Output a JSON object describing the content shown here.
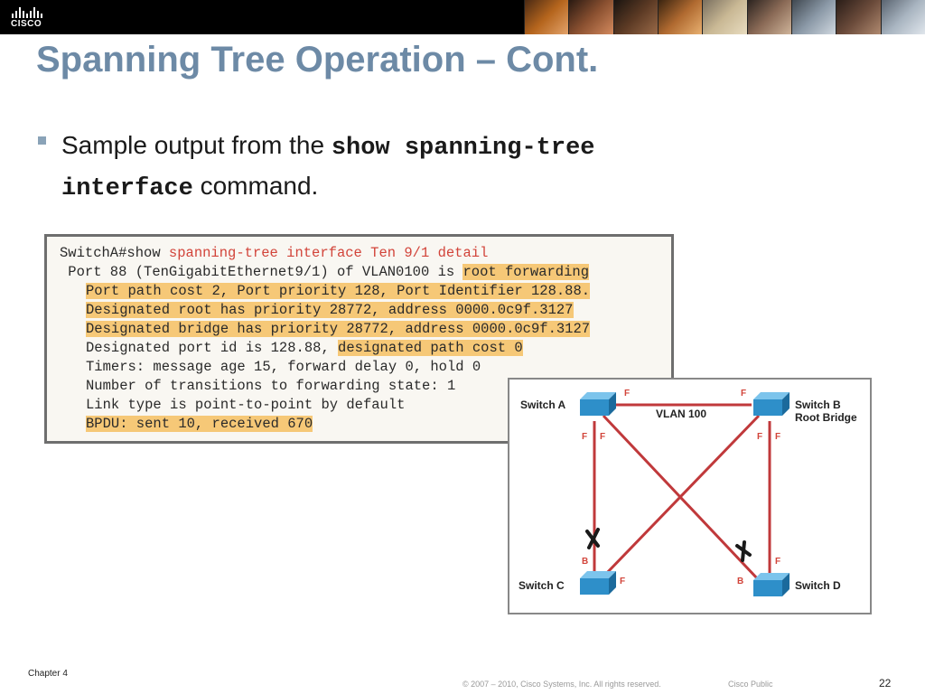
{
  "header": {
    "logo_text": "CISCO",
    "title": "Spanning Tree Operation – Cont."
  },
  "bullet": {
    "prefix": "Sample output from the ",
    "command_part1": "show spanning-tree",
    "command_part2": "interface",
    "suffix": " command."
  },
  "console": {
    "line1_prompt": "SwitchA#show ",
    "line1_cmd": "spanning-tree interface Ten 9/1 detail",
    "line2_a": " Port 88 (TenGigabitEthernet9/1) of VLAN0100 is ",
    "line2_hl": "root forwarding",
    "line3": "Port path cost 2, Port priority 128, Port Identifier 128.88.",
    "line4": "Designated root has priority 28772, address 0000.0c9f.3127",
    "line5": "Designated bridge has priority 28772, address 0000.0c9f.3127",
    "line6_a": "Designated port id is 128.88, ",
    "line6_hl": "designated path cost 0",
    "line7": "Timers: message age 15, forward delay 0, hold 0",
    "line8": "Number of transitions to forwarding state: 1",
    "line9": "Link type is point-to-point by default",
    "line10": "BPDU: sent 10, received 670"
  },
  "diagram": {
    "vlan_label": "VLAN 100",
    "switch_a": "Switch A",
    "switch_b_line1": "Switch B",
    "switch_b_line2": "Root Bridge",
    "switch_c": "Switch C",
    "switch_d": "Switch D",
    "port_f": "F",
    "port_b": "B",
    "link_color": "#c0393b",
    "switch_color": "#2e8fc9"
  },
  "footer": {
    "chapter": "Chapter 4",
    "copyright": "© 2007 – 2010, Cisco Systems, Inc. All rights reserved.",
    "classification": "Cisco Public",
    "page_number": "22"
  }
}
